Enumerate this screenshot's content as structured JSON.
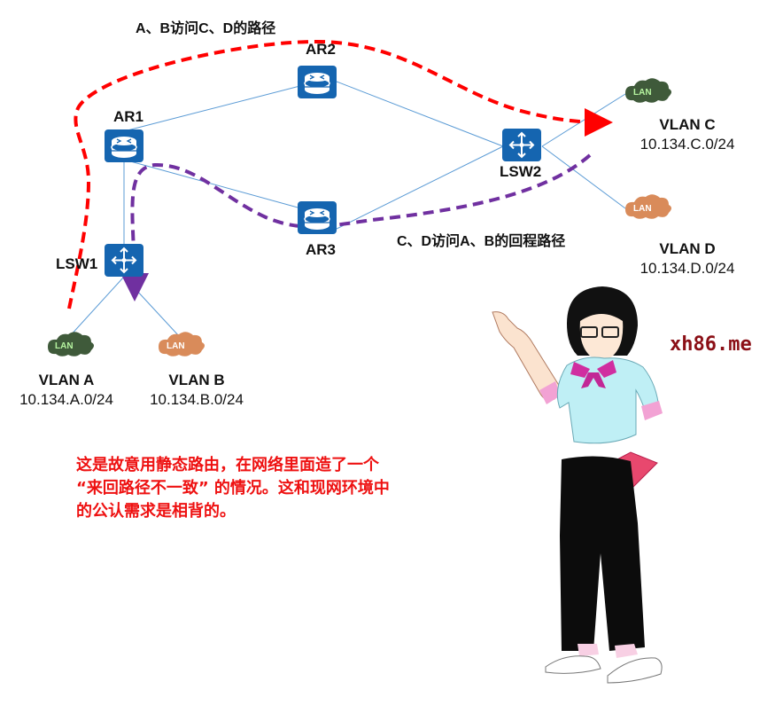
{
  "diagram": {
    "paths": {
      "forward_label": "A、B访问C、D的路径",
      "return_label": "C、D访问A、B的回程路径",
      "forward_color": "#ff0000",
      "return_color": "#7030a0"
    },
    "devices": [
      {
        "id": "AR1",
        "label": "AR1",
        "type": "router"
      },
      {
        "id": "AR2",
        "label": "AR2",
        "type": "router"
      },
      {
        "id": "AR3",
        "label": "AR3",
        "type": "router"
      },
      {
        "id": "LSW1",
        "label": "LSW1",
        "type": "switch"
      },
      {
        "id": "LSW2",
        "label": "LSW2",
        "type": "switch"
      }
    ],
    "lans": [
      {
        "id": "A",
        "cloud": "LAN",
        "name": "VLAN A",
        "subnet": "10.134.A.0/24",
        "color": "#3f5a3a"
      },
      {
        "id": "B",
        "cloud": "LAN",
        "name": "VLAN B",
        "subnet": "10.134.B.0/24",
        "color": "#d98b5a"
      },
      {
        "id": "C",
        "cloud": "LAN",
        "name": "VLAN C",
        "subnet": "10.134.C.0/24",
        "color": "#3f5a3a"
      },
      {
        "id": "D",
        "cloud": "LAN",
        "name": "VLAN D",
        "subnet": "10.134.D.0/24",
        "color": "#d98b5a"
      }
    ],
    "links": [
      [
        "AR1",
        "AR2"
      ],
      [
        "AR1",
        "AR3"
      ],
      [
        "AR1",
        "LSW1"
      ],
      [
        "AR2",
        "LSW2"
      ],
      [
        "AR3",
        "LSW2"
      ],
      [
        "LSW1",
        "A"
      ],
      [
        "LSW1",
        "B"
      ],
      [
        "LSW2",
        "C"
      ],
      [
        "LSW2",
        "D"
      ]
    ],
    "device_color": "#1565b0",
    "link_color": "#5b9bd5"
  },
  "note": {
    "lines": [
      "这是故意用静态路由，在网络里面造了一个",
      " “来回路径不一致” 的情况。这和现网环境中",
      "的公认需求是相背的。"
    ],
    "color": "#ee1111"
  },
  "brand": {
    "text": "xh86.me",
    "color": "#8b0f16"
  },
  "illustration": {
    "subject": "teacher-character-pointing"
  }
}
